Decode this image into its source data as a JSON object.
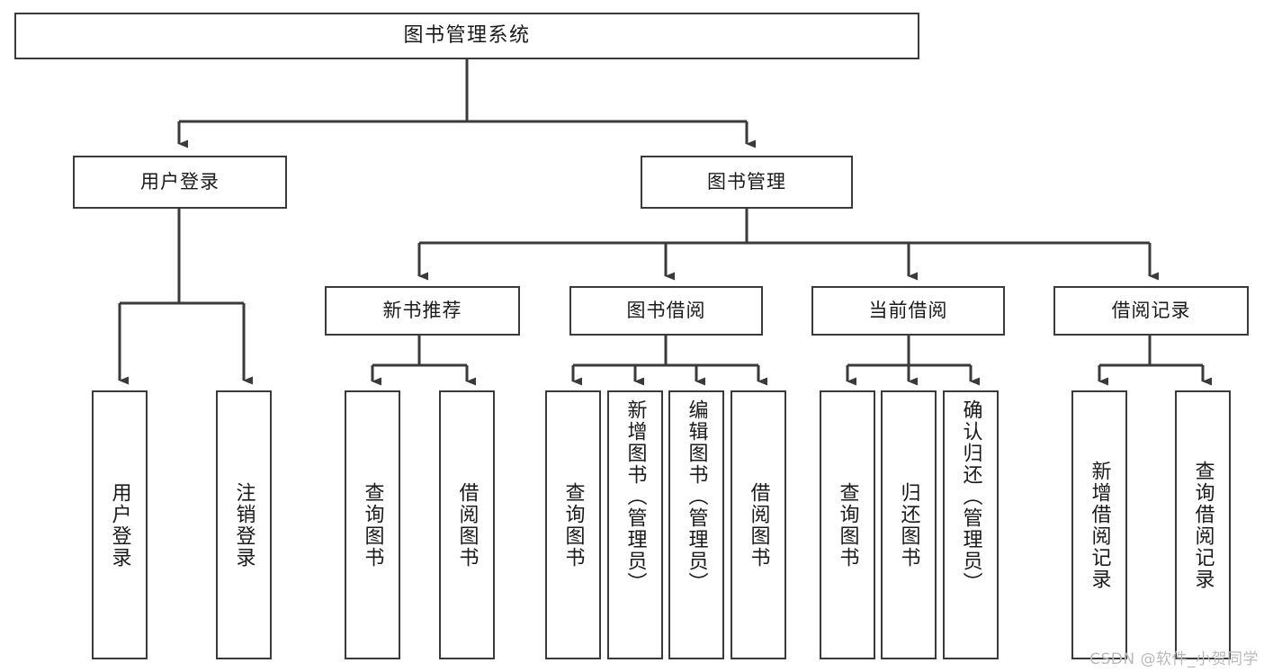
{
  "diagram": {
    "title": "图书管理系统",
    "type": "function-structure-tree",
    "stroke_color": "#3a3a3a",
    "background_color": "#ffffff",
    "text_color": "#1a1a1a"
  },
  "nodes": {
    "root": {
      "label": "图书管理系统"
    },
    "level1": [
      {
        "id": "user-login",
        "label": "用户登录"
      },
      {
        "id": "book-management",
        "label": "图书管理"
      }
    ],
    "level2": [
      {
        "id": "new-book-recommend",
        "label": "新书推荐"
      },
      {
        "id": "book-borrow",
        "label": "图书借阅"
      },
      {
        "id": "current-borrow",
        "label": "当前借阅"
      },
      {
        "id": "borrow-record",
        "label": "借阅记录"
      }
    ],
    "leaves": {
      "user_login": [
        {
          "id": "leaf-user-login",
          "label": "用户登录"
        },
        {
          "id": "leaf-logout-login",
          "label": "注销登录"
        }
      ],
      "new_book_recommend": [
        {
          "id": "leaf-query-book-1",
          "label": "查询图书"
        },
        {
          "id": "leaf-borrow-book-1",
          "label": "借阅图书"
        }
      ],
      "book_borrow": [
        {
          "id": "leaf-query-book-2",
          "label": "查询图书"
        },
        {
          "id": "leaf-add-book-admin",
          "label": "新增图书（管理员）"
        },
        {
          "id": "leaf-edit-book-admin",
          "label": "编辑图书（管理员）"
        },
        {
          "id": "leaf-borrow-book-2",
          "label": "借阅图书"
        }
      ],
      "current_borrow": [
        {
          "id": "leaf-query-book-3",
          "label": "查询图书"
        },
        {
          "id": "leaf-return-book",
          "label": "归还图书"
        },
        {
          "id": "leaf-confirm-return-admin",
          "label": "确认归还（管理员）"
        }
      ],
      "borrow_record": [
        {
          "id": "leaf-add-borrow-record",
          "label": "新增借阅记录"
        },
        {
          "id": "leaf-query-borrow-record",
          "label": "查询借阅记录"
        }
      ]
    }
  },
  "watermark": {
    "text": "CSDN @软件_小贺同学"
  }
}
